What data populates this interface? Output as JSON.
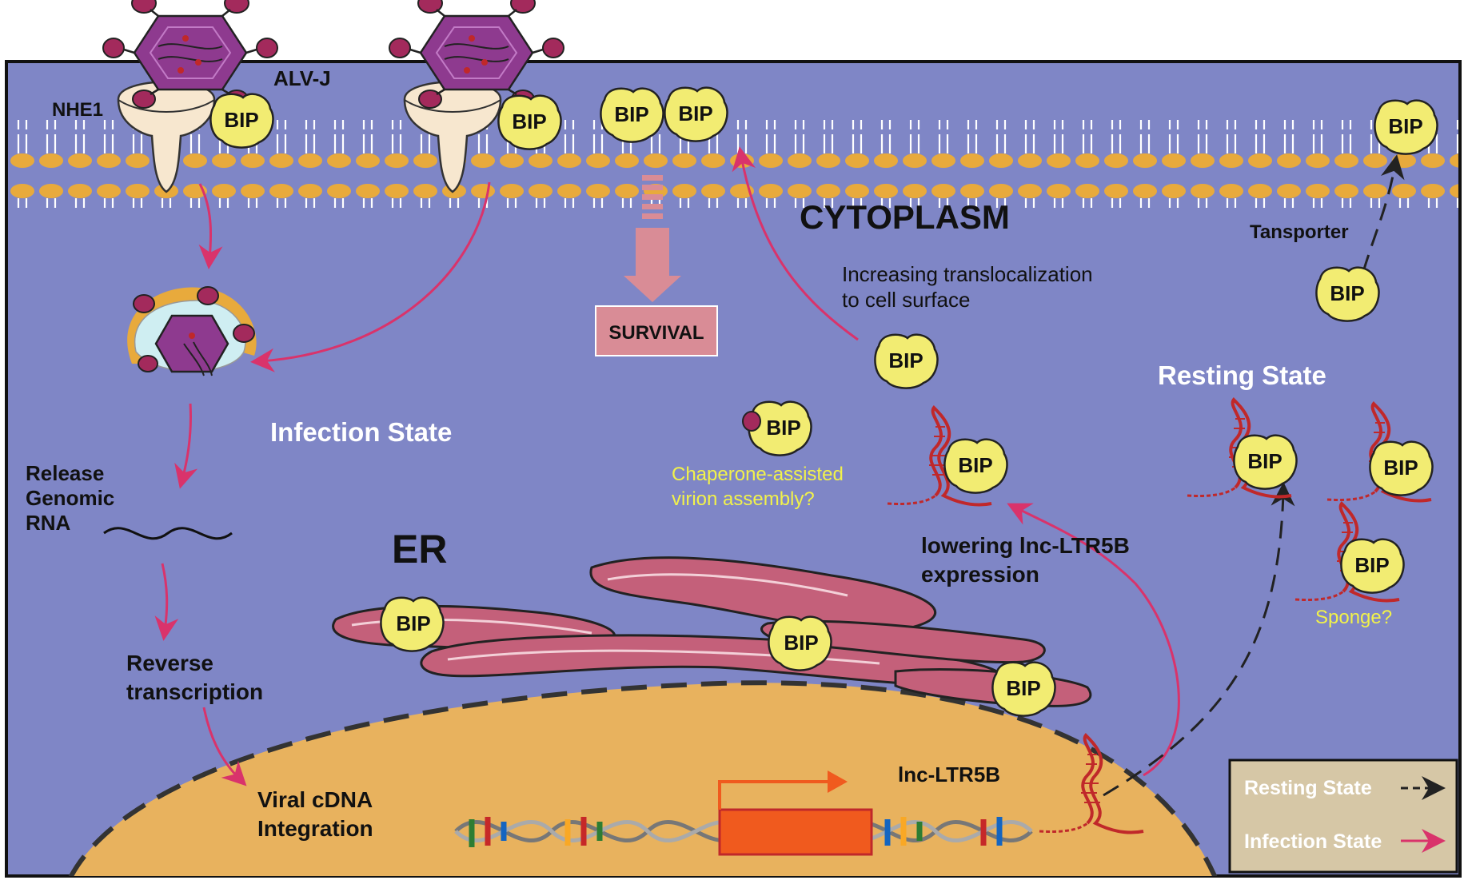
{
  "colors": {
    "cell": "#7f86c6",
    "nucleus": "#e8b25e",
    "membrane": "#e8aa3c",
    "infection_arrow": "#d9336b",
    "bip": "#f2ec72",
    "virus": "#8e3a8f",
    "er": "#c4607a",
    "promoter": "#f05a1e",
    "legend_bg": "#d6c7a6"
  },
  "labels": {
    "alvj": "ALV-J",
    "nhe1": "NHE1",
    "cytoplasm": "CYTOPLASM",
    "survival": "SURVIVAL",
    "infection_state": "Infection State",
    "resting_state": "Resting State",
    "release_l1": "Release",
    "release_l2": "Genomic",
    "release_l3": "RNA",
    "rt_l1": "Reverse",
    "rt_l2": "transcription",
    "integ_l1": "Viral cDNA",
    "integ_l2": "Integration",
    "er": "ER",
    "translocal_l1": "Increasing translocalization",
    "translocal_l2": "to cell surface",
    "chaperone_l1": "Chaperone-assisted",
    "chaperone_l2": "virion assembly?",
    "lowering_l1": "lowering lnc-LTR5B",
    "lowering_l2": "expression",
    "lnc": "lnc-LTR5B",
    "transporter": "Tansporter",
    "sponge": "Sponge?",
    "bip": "BIP"
  },
  "legend": {
    "resting": "Resting State",
    "infection": "Infection State"
  }
}
